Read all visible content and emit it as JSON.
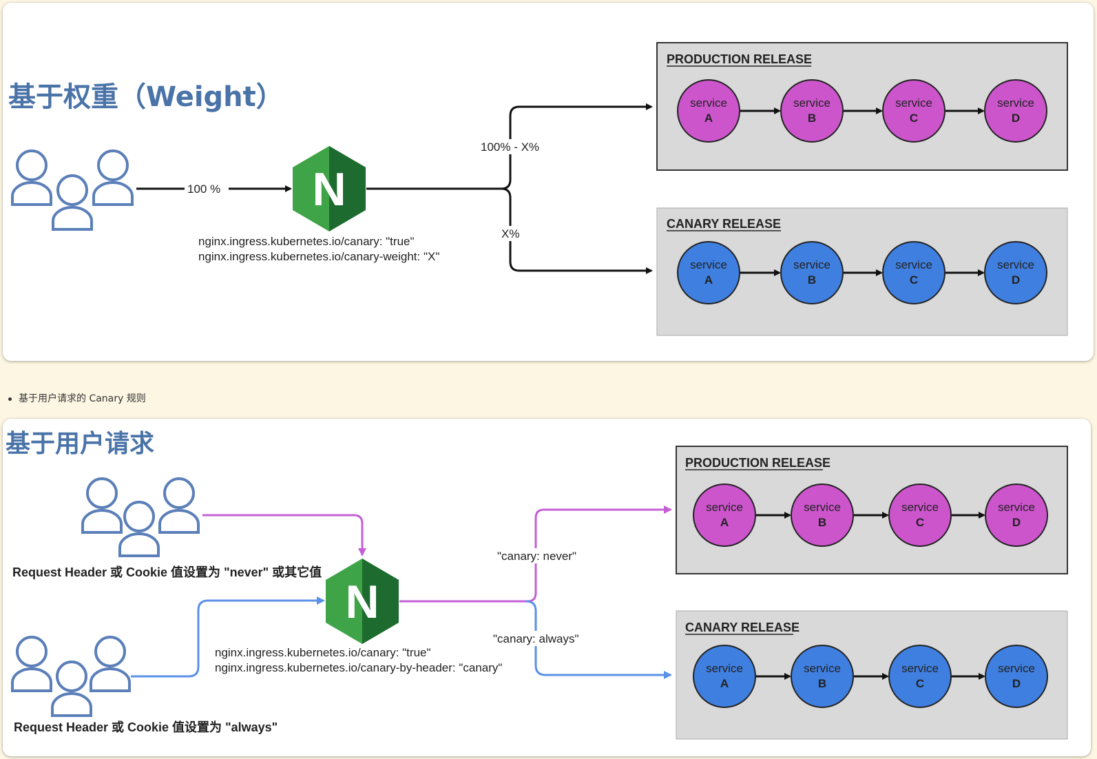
{
  "diagram1": {
    "heading": "基于权重（Weight）",
    "edge_users_to_nginx": "100 %",
    "edge_to_production": "100% - X%",
    "edge_to_canary": "X%",
    "annotation_line1": "nginx.ingress.kubernetes.io/canary: \"true\"",
    "annotation_line2": "nginx.ingress.kubernetes.io/canary-weight: \"X\"",
    "nginx_logo": "N",
    "production_title": "PRODUCTION RELEASE",
    "canary_title": "CANARY RELEASE",
    "services": [
      {
        "word": "service",
        "letter": "A"
      },
      {
        "word": "service",
        "letter": "B"
      },
      {
        "word": "service",
        "letter": "C"
      },
      {
        "word": "service",
        "letter": "D"
      }
    ]
  },
  "bullet_text": "基于用户请求的 Canary 规则",
  "diagram2": {
    "heading": "基于用户请求",
    "request_never": "Request Header 或 Cookie 值设置为 \"never\" 或其它值",
    "request_always": "Request Header 或 Cookie 值设置为 \"always\"",
    "edge_never": "\"canary: never\"",
    "edge_always": "\"canary: always\"",
    "annotation_line1": "nginx.ingress.kubernetes.io/canary: \"true\"",
    "annotation_line2": "nginx.ingress.kubernetes.io/canary-by-header: \"canary\"",
    "nginx_logo": "N",
    "production_title": "PRODUCTION RELEASE",
    "canary_title": "CANARY RELEASE",
    "services": [
      {
        "word": "service",
        "letter": "A"
      },
      {
        "word": "service",
        "letter": "B"
      },
      {
        "word": "service",
        "letter": "C"
      },
      {
        "word": "service",
        "letter": "D"
      }
    ]
  },
  "colors": {
    "heading": "#4a73a8",
    "production_node": "#cc55cc",
    "canary_node": "#3f7fe0",
    "release_box": "#d9d9d9",
    "nginx_light": "#3fa447",
    "nginx_dark": "#1e6b2f",
    "user_icon": "#5b7fb8",
    "edge_never": "#c45fd6",
    "edge_always": "#5b8fe8"
  }
}
